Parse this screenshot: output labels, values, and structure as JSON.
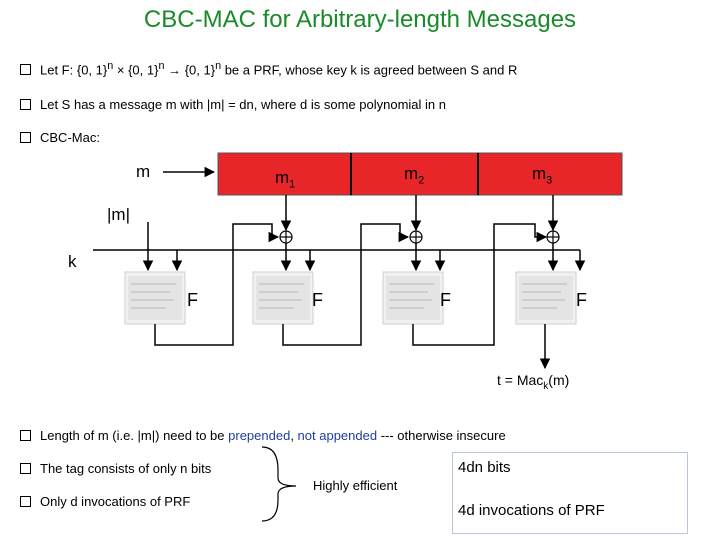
{
  "title": "CBC-MAC for Arbitrary-length Messages",
  "bullets": {
    "b1": {
      "a": "Let F: {0, 1}",
      "b": "n",
      "c": " × {0, 1}",
      "d": "n",
      "e": " → {0, 1}",
      "f": "n",
      "g": " be a PRF, whose key k is agreed between S and R"
    },
    "b2": "Let S has a message m with |m| = dn, where d is some polynomial in n",
    "b3": "CBC-Mac:"
  },
  "diagram": {
    "m_label": "m",
    "len_label": "|m|",
    "k_label": "k",
    "blocks": [
      {
        "base": "m",
        "sub": "1"
      },
      {
        "base": "m",
        "sub": "2"
      },
      {
        "base": "m",
        "sub": "3"
      }
    ],
    "f_label": "F",
    "tag": {
      "pre": "t = Mac",
      "sub": "k",
      "post": "(m)"
    }
  },
  "notes": {
    "length": {
      "a": "Length of m (i.e. |m|) need to be ",
      "b": "prepended",
      "c": ", ",
      "d": "not appended",
      "e": " --- otherwise insecure"
    },
    "tag_bits": "The tag consists of only n bits",
    "invocations": "Only d invocations of PRF",
    "efficient": "Highly efficient",
    "dn_bits": "4dn bits",
    "d_invocations": "4d invocations of PRF"
  },
  "colors": {
    "title": "#1a8a2a",
    "bar": "#e8262a",
    "accent_blue": "#1f3fa0",
    "accent_red": "#c01010"
  }
}
